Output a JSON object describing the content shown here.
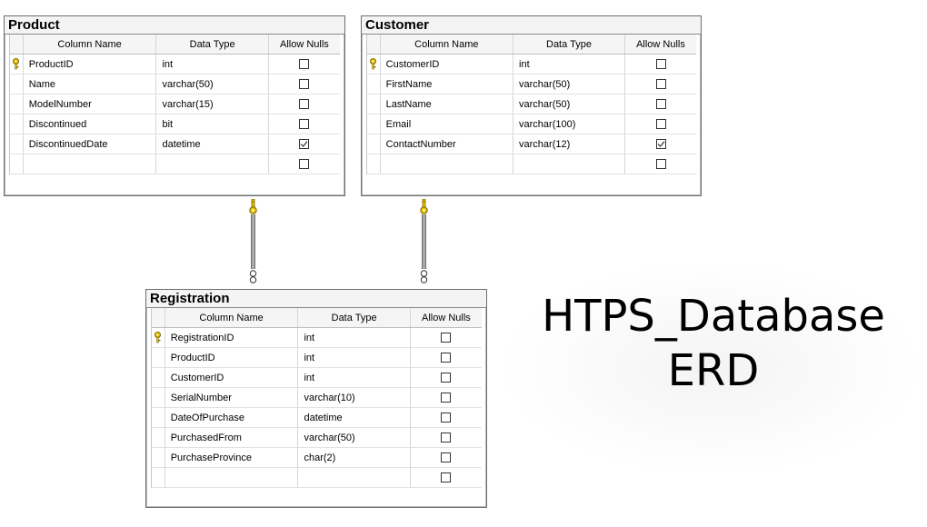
{
  "headers": {
    "column_name": "Column Name",
    "data_type": "Data Type",
    "allow_nulls": "Allow Nulls"
  },
  "tables": {
    "product": {
      "title": "Product",
      "rows": [
        {
          "name": "ProductID",
          "type": "int",
          "nulls": false,
          "pk": true
        },
        {
          "name": "Name",
          "type": "varchar(50)",
          "nulls": false,
          "pk": false
        },
        {
          "name": "ModelNumber",
          "type": "varchar(15)",
          "nulls": false,
          "pk": false
        },
        {
          "name": "Discontinued",
          "type": "bit",
          "nulls": false,
          "pk": false
        },
        {
          "name": "DiscontinuedDate",
          "type": "datetime",
          "nulls": true,
          "pk": false
        },
        {
          "name": "",
          "type": "",
          "nulls": false,
          "pk": false
        }
      ]
    },
    "customer": {
      "title": "Customer",
      "rows": [
        {
          "name": "CustomerID",
          "type": "int",
          "nulls": false,
          "pk": true
        },
        {
          "name": "FirstName",
          "type": "varchar(50)",
          "nulls": false,
          "pk": false
        },
        {
          "name": "LastName",
          "type": "varchar(50)",
          "nulls": false,
          "pk": false
        },
        {
          "name": "Email",
          "type": "varchar(100)",
          "nulls": false,
          "pk": false
        },
        {
          "name": "ContactNumber",
          "type": "varchar(12)",
          "nulls": true,
          "pk": false
        },
        {
          "name": "",
          "type": "",
          "nulls": false,
          "pk": false
        }
      ]
    },
    "registration": {
      "title": "Registration",
      "rows": [
        {
          "name": "RegistrationID",
          "type": "int",
          "nulls": false,
          "pk": true
        },
        {
          "name": "ProductID",
          "type": "int",
          "nulls": false,
          "pk": false
        },
        {
          "name": "CustomerID",
          "type": "int",
          "nulls": false,
          "pk": false
        },
        {
          "name": "SerialNumber",
          "type": "varchar(10)",
          "nulls": false,
          "pk": false
        },
        {
          "name": "DateOfPurchase",
          "type": "datetime",
          "nulls": false,
          "pk": false
        },
        {
          "name": "PurchasedFrom",
          "type": "varchar(50)",
          "nulls": false,
          "pk": false
        },
        {
          "name": "PurchaseProvince",
          "type": "char(2)",
          "nulls": false,
          "pk": false
        },
        {
          "name": "",
          "type": "",
          "nulls": false,
          "pk": false
        }
      ]
    }
  },
  "caption": {
    "line1": "HTPS_Database",
    "line2": "ERD"
  },
  "colors": {
    "key_gold": "#e8c400",
    "border": "#6e6e6e"
  }
}
